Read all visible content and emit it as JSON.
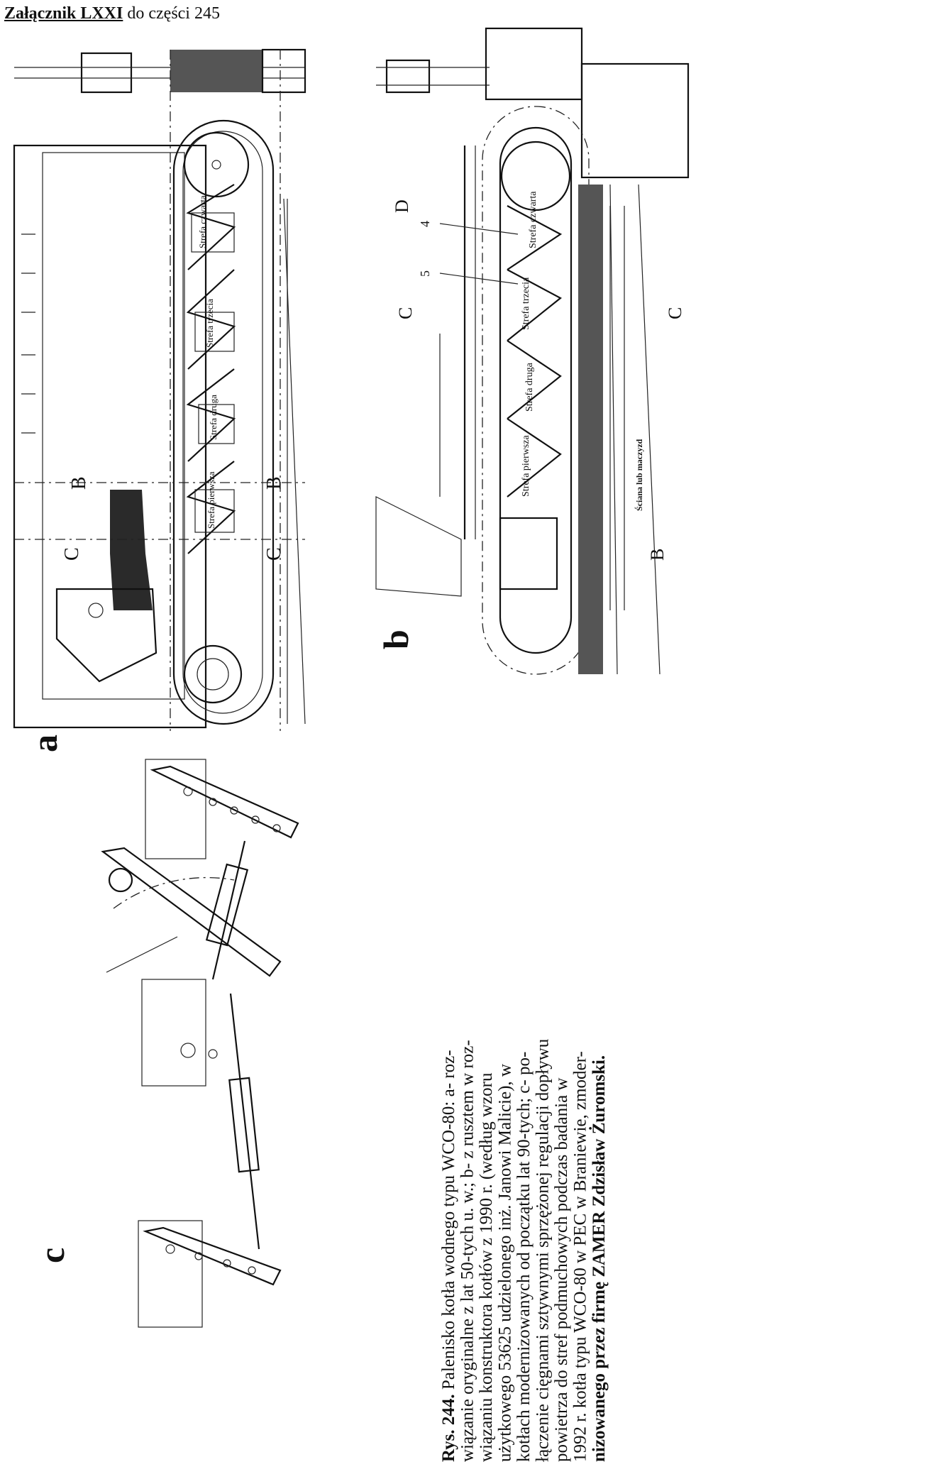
{
  "header": {
    "appendix": "Załącznik LXXI",
    "suffix": " do części 245"
  },
  "panels": {
    "a": "a",
    "b": "b",
    "c": "c"
  },
  "figure_a": {
    "zones": [
      "Strefa pierwsza",
      "Strefa druga",
      "Strefa trzecia",
      "Strefa czwarta"
    ],
    "section_marks": [
      "B",
      "B",
      "C",
      "C"
    ]
  },
  "figure_b": {
    "zones": [
      "Strefa pierwsza",
      "Strefa druga",
      "Strefa trzecia",
      "Strefa czwarta"
    ],
    "section_marks": [
      "D",
      "C",
      "C",
      "B"
    ],
    "item_numbers": [
      "4",
      "5"
    ],
    "notes": [
      "Ściana lub maczyzd"
    ]
  },
  "caption": {
    "lines": [
      {
        "bold_prefix": "Rys. 244.",
        "text": " Palenisko kotła wodnego typu WCO-80: a- roz-"
      },
      {
        "bold_prefix": "",
        "text": "wiązanie oryginalne z lat 50-tych u. w.; b- z rusztem w roz-"
      },
      {
        "bold_prefix": "",
        "text": "wiązaniu konstruktora kotłów z 1990 r. (według wzoru"
      },
      {
        "bold_prefix": "",
        "text": "użytkowego 53625 udzielonego inż. Janowi Malicie), w"
      },
      {
        "bold_prefix": "",
        "text": "kotłach modernizowanych od początku lat 90-tych; c- po-"
      },
      {
        "bold_prefix": "",
        "text": "łączenie cięgnami sztywnymi sprzężonej regulacji dopływu"
      },
      {
        "bold_prefix": "",
        "text": "powietrza do stref podmuchowych podczas badania w"
      },
      {
        "bold_prefix": "",
        "text": "1992 r. kotła typu WCO-80 w PEC w Braniewie, zmoder-"
      },
      {
        "bold_prefix": "",
        "text": "nizowanego przez firmę ZAMER Zdzisław Żuromski.",
        "all_bold": true
      }
    ]
  }
}
